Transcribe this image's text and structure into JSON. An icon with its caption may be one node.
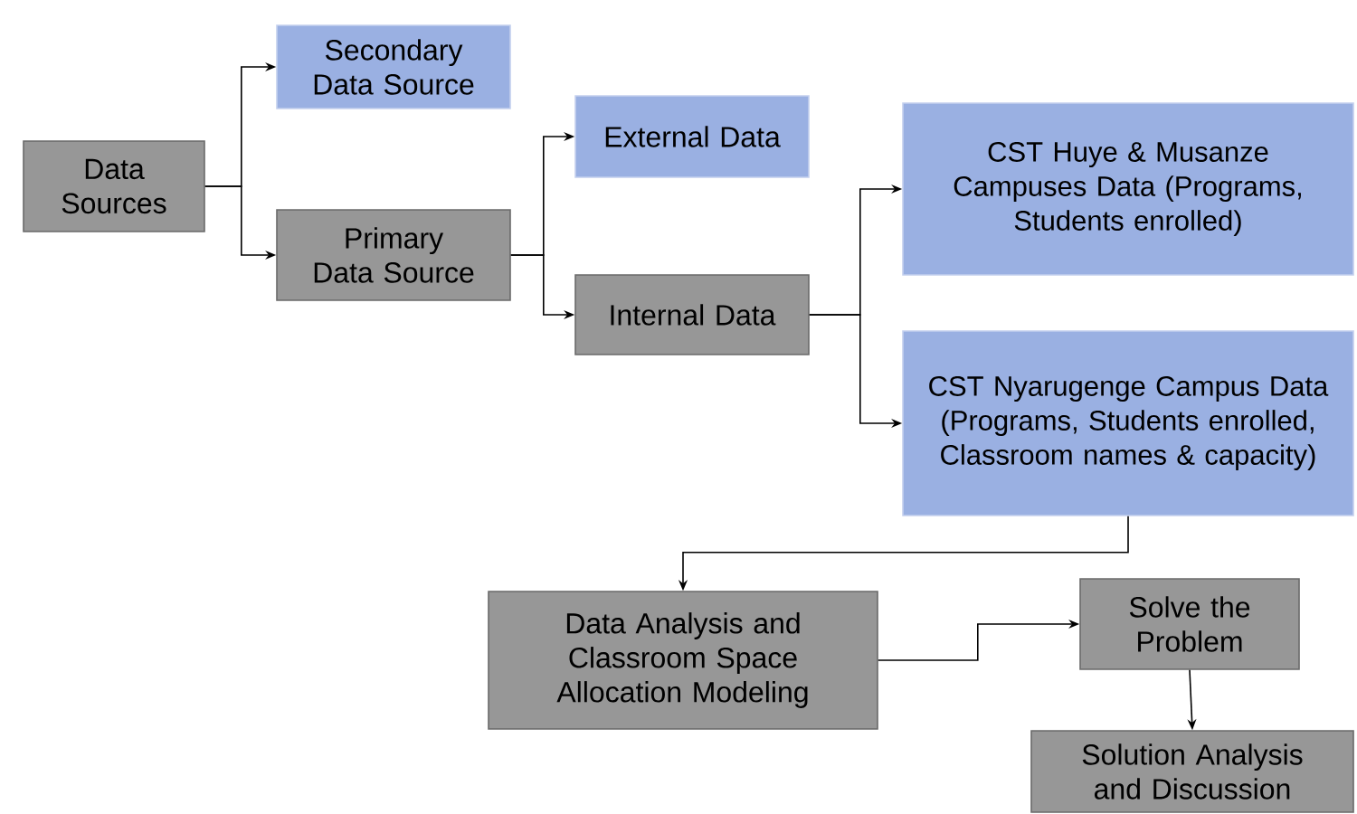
{
  "diagram": {
    "nodes": [
      {
        "text": [
          "Data Sources"
        ]
      },
      {
        "text": [
          "Secondary Data Source"
        ]
      },
      {
        "text": [
          "Primary Data Source"
        ]
      },
      {
        "text": [
          "External Data"
        ]
      },
      {
        "text": [
          "Internal Data"
        ]
      },
      {
        "text": [
          "CST Huye & Musanze Campuses Data (Programs, Students enrolled)"
        ]
      },
      {
        "text": [
          "CST Nyarugenge Campus Data (Programs, Students enrolled, Classroom names & capacity)"
        ]
      },
      {
        "text": [
          "Data Analysis and Classroom Space Allocation Modeling"
        ]
      },
      {
        "text": [
          "Solve the Problem"
        ]
      },
      {
        "text": [
          "Solution Analysis and Discussion"
        ]
      }
    ],
    "edges": [
      {
        "from": 0,
        "to": 1,
        "arrow": "to"
      },
      {
        "from": 0,
        "to": 2,
        "arrow": "to"
      },
      {
        "from": 2,
        "to": 3,
        "arrow": "to"
      },
      {
        "from": 2,
        "to": 4,
        "arrow": "to"
      },
      {
        "from": 4,
        "to": 5,
        "arrow": "to"
      },
      {
        "from": 4,
        "to": 6,
        "arrow": "to"
      },
      {
        "from": 6,
        "to": 7,
        "arrow": "to"
      },
      {
        "from": 7,
        "to": 8,
        "arrow": "to"
      },
      {
        "from": 8,
        "to": 9,
        "arrow": "to"
      }
    ]
  }
}
